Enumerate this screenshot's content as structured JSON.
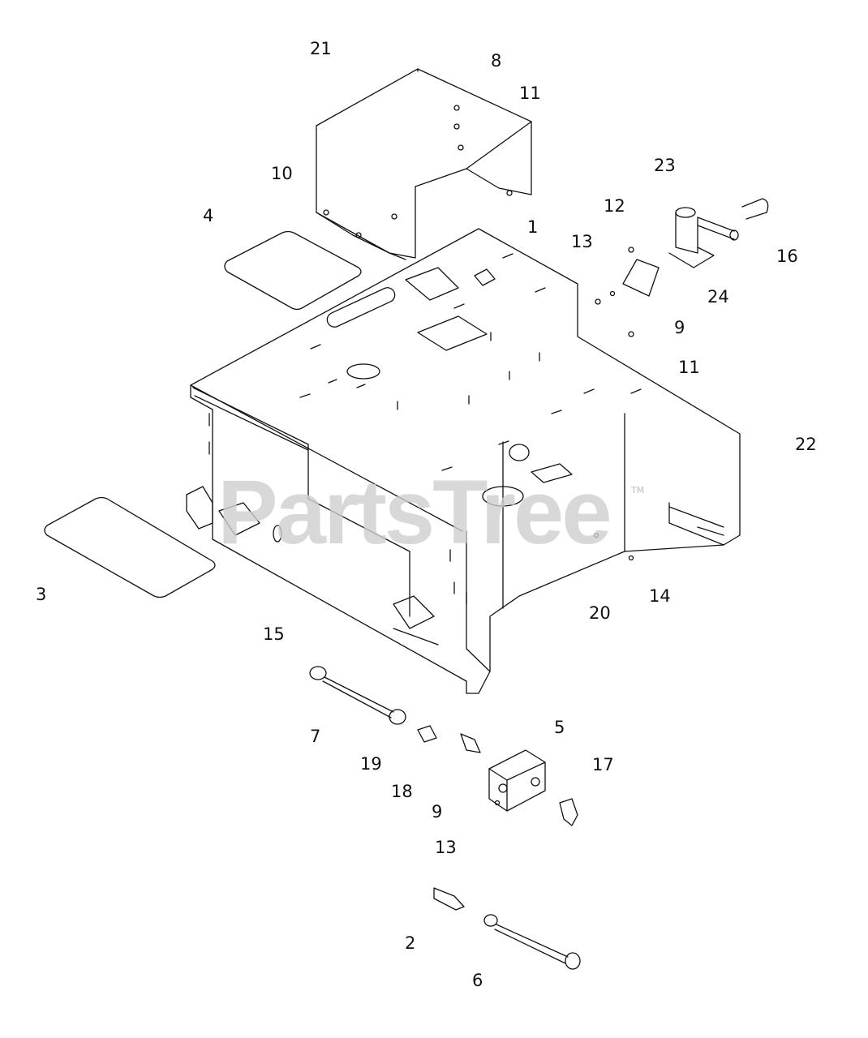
{
  "watermark": {
    "text": "PartsTree",
    "trademark": "TM",
    "color": "#cfcfcf"
  },
  "callouts": {
    "c21": "21",
    "c8": "8",
    "c11a": "11",
    "c10": "10",
    "c23": "23",
    "c4": "4",
    "c12": "12",
    "c1": "1",
    "c13a": "13",
    "c16": "16",
    "c24": "24",
    "c9a": "9",
    "c11b": "11",
    "c22": "22",
    "c3": "3",
    "c14": "14",
    "c20": "20",
    "c15": "15",
    "c7": "7",
    "c5": "5",
    "c19": "19",
    "c17": "17",
    "c18": "18",
    "c9b": "9",
    "c13b": "13",
    "c2": "2",
    "c6": "6"
  },
  "colors": {
    "line": "#111111",
    "background": "#ffffff"
  }
}
